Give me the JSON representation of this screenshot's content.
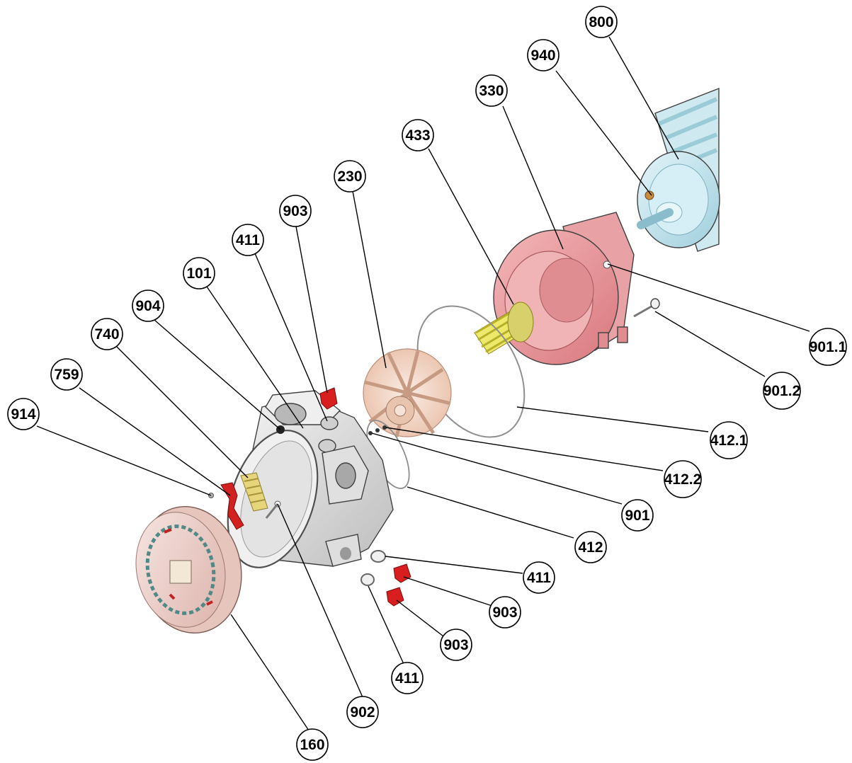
{
  "diagram": {
    "callouts": [
      {
        "id": "c800",
        "label": "800"
      },
      {
        "id": "c940",
        "label": "940"
      },
      {
        "id": "c330",
        "label": "330"
      },
      {
        "id": "c433",
        "label": "433"
      },
      {
        "id": "c230",
        "label": "230"
      },
      {
        "id": "c903a",
        "label": "903"
      },
      {
        "id": "c411a",
        "label": "411"
      },
      {
        "id": "c101",
        "label": "101"
      },
      {
        "id": "c904",
        "label": "904"
      },
      {
        "id": "c740",
        "label": "740"
      },
      {
        "id": "c759",
        "label": "759"
      },
      {
        "id": "c914",
        "label": "914"
      },
      {
        "id": "c9011",
        "label": "901.1"
      },
      {
        "id": "c9012",
        "label": "901.2"
      },
      {
        "id": "c4121",
        "label": "412.1"
      },
      {
        "id": "c4122",
        "label": "412.2"
      },
      {
        "id": "c901",
        "label": "901"
      },
      {
        "id": "c412",
        "label": "412"
      },
      {
        "id": "c411b",
        "label": "411"
      },
      {
        "id": "c903b",
        "label": "903"
      },
      {
        "id": "c903c",
        "label": "903"
      },
      {
        "id": "c411c",
        "label": "411"
      },
      {
        "id": "c902",
        "label": "902"
      },
      {
        "id": "c160",
        "label": "160"
      }
    ],
    "colors": {
      "motor": "#bfe3ee",
      "bracket": "#e7959a",
      "spring": "#e9e25a",
      "impeller": "#f3d7c6",
      "casing": "#dcdcdc",
      "plug": "#d81e1e",
      "cover": "#eccfc9"
    }
  }
}
